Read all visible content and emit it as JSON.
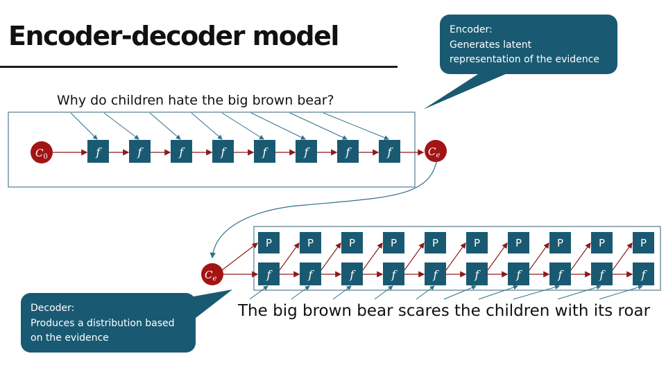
{
  "slide": {
    "title": "Encoder-decoder model"
  },
  "encoder": {
    "input_sentence": "Why do children hate the big brown bear?",
    "initial_state": {
      "symbol": "C",
      "subscript": "0"
    },
    "final_state": {
      "symbol": "C",
      "subscript": "e"
    },
    "cell_label": "f",
    "cell_count": 8,
    "callout": {
      "heading": "Encoder:",
      "lines": [
        "Generates latent",
        "representation of the evidence"
      ]
    }
  },
  "decoder": {
    "input_state": {
      "symbol": "C",
      "subscript": "e"
    },
    "output_sentence": "The big brown bear scares the children with its roar",
    "cell_label": "f",
    "output_label": "P",
    "cell_count": 10,
    "callout": {
      "heading": "Decoder:",
      "lines": [
        "Produces a distribution based",
        "on the evidence"
      ]
    }
  },
  "colors": {
    "box_fill": "#195a72",
    "state_fill": "#a31515",
    "arrow_red": "#8b1a1a",
    "arrow_blue": "#2e6f8a",
    "frame": "#5f8596"
  }
}
